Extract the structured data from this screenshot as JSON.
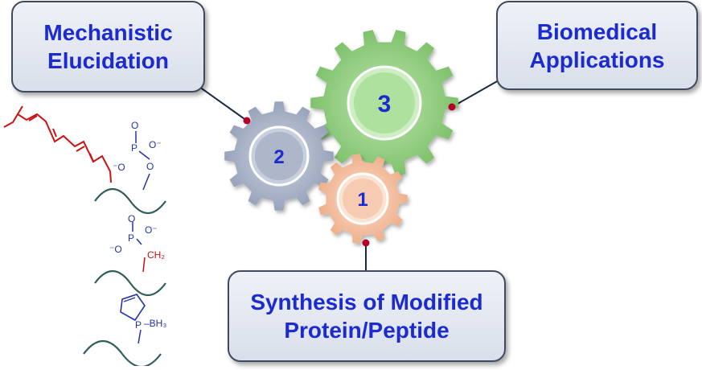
{
  "callouts": {
    "mechanistic": [
      "Mechanistic",
      "Elucidation"
    ],
    "biomedical": [
      "Biomedical",
      "Applications"
    ],
    "synthesis": [
      "Synthesis of Modified",
      "Protein/Peptide"
    ]
  },
  "gears": {
    "gear1": "1",
    "gear2": "2",
    "gear3": "3"
  },
  "structures": {
    "top": {
      "o_upper": "O",
      "o_minus_right": "O⁻",
      "p": "P",
      "o_minus_left": "⁻O",
      "o_link": "O"
    },
    "middle": {
      "o_upper": "O",
      "o_minus_right": "O⁻",
      "p": "P",
      "o_minus_left": "⁻O",
      "ch2": "CH₂"
    },
    "bottom": {
      "p": "P",
      "bh3": "–BH₃"
    }
  },
  "colors": {
    "text_blue": "#1b2ad1",
    "gear_green": "#8fcf7f",
    "gear_gray": "#a9b3c7",
    "gear_peach": "#f3c0a0",
    "farnesyl_red": "#cc1111",
    "pin_red": "#b5002a",
    "backbone_teal": "#2f5f5a"
  }
}
